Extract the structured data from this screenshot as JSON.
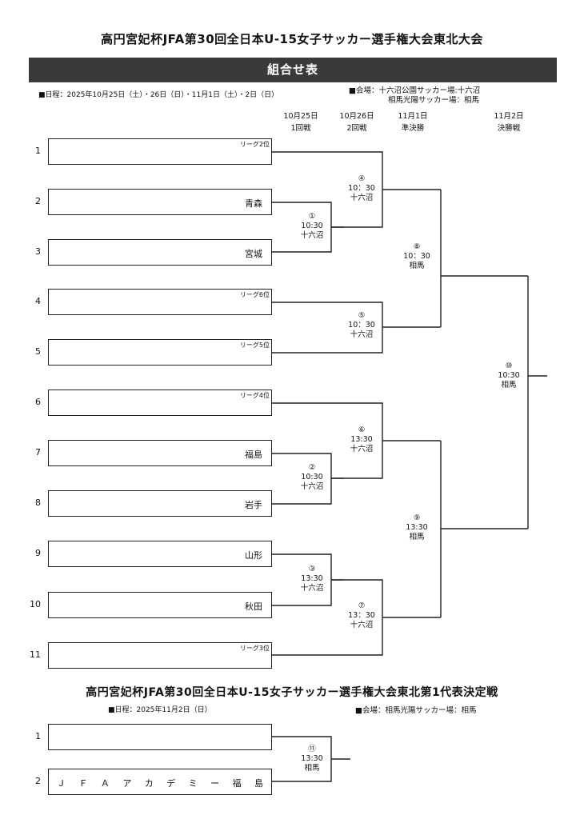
{
  "title": "高円宮妃杯JFA第30回全日本U-15女子サッカー選手権大会東北大会",
  "banner": "組合せ表",
  "schedule": "■日程：2025年10月25日（土）・26日（日）・11月1日（土）・2日（日）",
  "venue_line1": "■会場：十六沼公園サッカー場:十六沼",
  "venue_line2": "相馬光陽サッカー場：相馬",
  "rounds": [
    {
      "date": "10月25日",
      "name": "1回戦"
    },
    {
      "date": "10月26日",
      "name": "2回戦"
    },
    {
      "date": "11月1日",
      "name": "準決勝"
    },
    {
      "date": "11月2日",
      "name": "決勝戦"
    }
  ],
  "teams": [
    {
      "seed": "1",
      "qual": "リーグ2位",
      "name": ""
    },
    {
      "seed": "2",
      "qual": "",
      "name": "青森"
    },
    {
      "seed": "3",
      "qual": "",
      "name": "宮城"
    },
    {
      "seed": "4",
      "qual": "リーグ6位",
      "name": ""
    },
    {
      "seed": "5",
      "qual": "リーグ5位",
      "name": ""
    },
    {
      "seed": "6",
      "qual": "リーグ4位",
      "name": ""
    },
    {
      "seed": "7",
      "qual": "",
      "name": "福島"
    },
    {
      "seed": "8",
      "qual": "",
      "name": "岩手"
    },
    {
      "seed": "9",
      "qual": "",
      "name": "山形"
    },
    {
      "seed": "10",
      "qual": "",
      "name": "秋田"
    },
    {
      "seed": "11",
      "qual": "リーグ3位",
      "name": ""
    }
  ],
  "matches": [
    {
      "num": "①",
      "time": "10:30",
      "venue": "十六沼"
    },
    {
      "num": "②",
      "time": "10:30",
      "venue": "十六沼"
    },
    {
      "num": "③",
      "time": "13:30",
      "venue": "十六沼"
    },
    {
      "num": "④",
      "time": "10：30",
      "venue": "十六沼"
    },
    {
      "num": "⑤",
      "time": "10：30",
      "venue": "十六沼"
    },
    {
      "num": "⑥",
      "time": "13:30",
      "venue": "十六沼"
    },
    {
      "num": "⑦",
      "time": "13：30",
      "venue": "十六沼"
    },
    {
      "num": "⑧",
      "time": "10：30",
      "venue": "相馬"
    },
    {
      "num": "⑨",
      "time": "13:30",
      "venue": "相馬"
    },
    {
      "num": "⑩",
      "time": "10:30",
      "venue": "相馬"
    }
  ],
  "playoff": {
    "title": "高円宮妃杯JFA第30回全日本U-15女子サッカー選手権大会東北第1代表決定戦",
    "schedule": "■日程：2025年11月2日（日）",
    "venue": "■会場：相馬光陽サッカー場：相馬",
    "teams": [
      {
        "seed": "1",
        "name": ""
      },
      {
        "seed": "2",
        "name_chars": [
          "Ｊ",
          "Ｆ",
          "Ａ",
          "ア",
          "カ",
          "デ",
          "ミ",
          "ー",
          "福",
          "島"
        ]
      }
    ],
    "match": {
      "num": "⑪",
      "time": "13:30",
      "venue": "相馬"
    }
  }
}
